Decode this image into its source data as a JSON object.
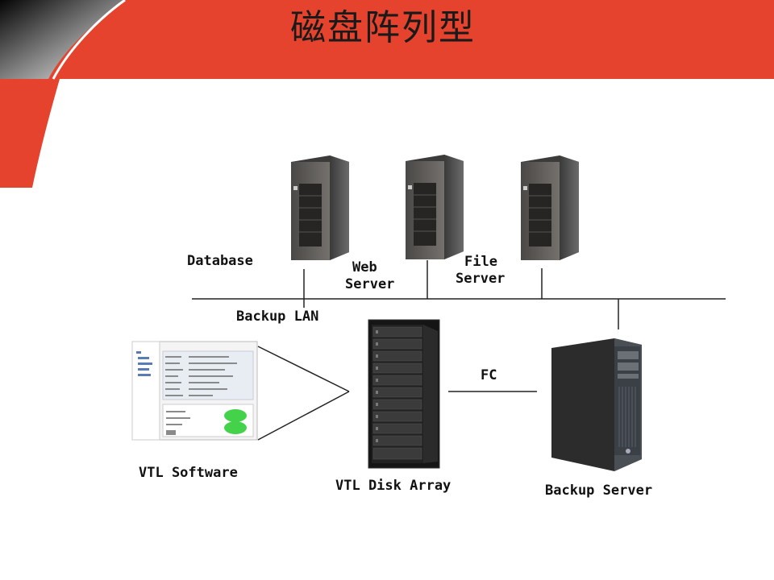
{
  "slide": {
    "title": "磁盘阵列型"
  },
  "nodes": {
    "database": "Database",
    "web_server_line1": "Web",
    "web_server_line2": "Server",
    "file_server_line1": "File",
    "file_server_line2": "Server",
    "backup_lan": "Backup LAN",
    "fc": "FC",
    "vtl_software": "VTL Software",
    "vtl_disk_array": "VTL Disk Array",
    "backup_server": "Backup Server"
  },
  "colors": {
    "banner_red": "#e5432d",
    "banner_dark": "#1a1a1a"
  }
}
